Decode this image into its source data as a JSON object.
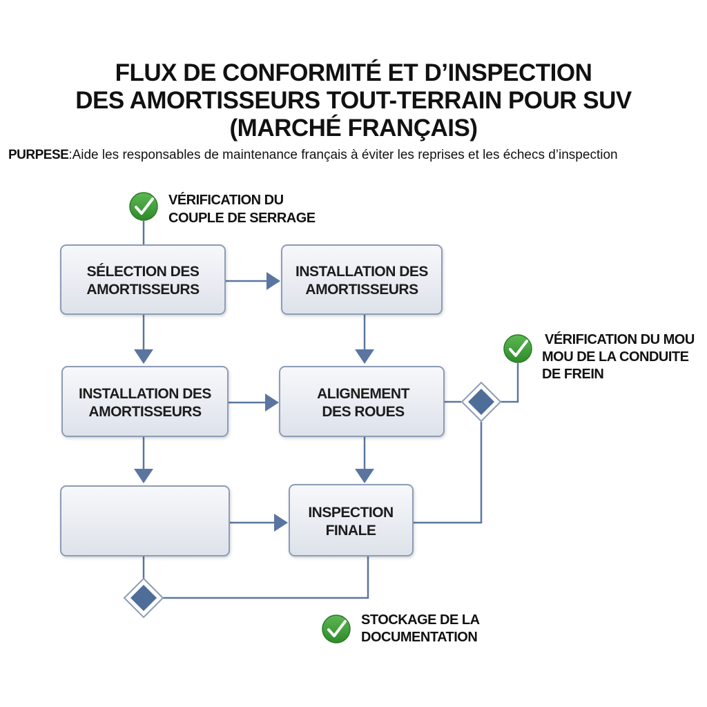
{
  "title": {
    "line1": "FLUX DE CONFORMITÉ ET D’INSPECTION",
    "line2": "DES AMORTISSEURS TOUT-TERRAIN POUR SUV",
    "line3": "(MARCHÉ FRANÇAIS)"
  },
  "purpose": {
    "label": "PURPESE",
    "text": ":Aide les responsables de maintenance français à éviter les reprises et les échecs d’inspection"
  },
  "nodes": {
    "selection": {
      "line1": "SÉLECTION DES",
      "line2": "AMORTISSEURS"
    },
    "installation_top": {
      "line1": "INSTALLATION DES",
      "line2": "AMORTISSEURS"
    },
    "installation_mid": {
      "line1": "INSTALLATION DES",
      "line2": "AMORTISSEURS"
    },
    "alignement": {
      "line1": "ALIGNEMENT",
      "line2": "DES ROUES"
    },
    "inspection": {
      "line1": "INSPECTION",
      "line2": "FINALE"
    }
  },
  "checkpoints": {
    "couple": {
      "line1": "VÉRIFICATION DU",
      "line2": "COUPLE DE SERRAGE",
      "icon": "check-icon"
    },
    "frein": {
      "line1": "VÉRIFICATION DU MOU",
      "line2": "MOU DE LA CONDUITE",
      "line3": "DE FREIN",
      "icon": "check-icon"
    },
    "stockage": {
      "line1": "STOCKAGE DE LA",
      "line2": "DOCUMENTATION",
      "icon": "check-icon"
    }
  },
  "colors": {
    "arrow": "#5a76a0",
    "box_border": "#8c9cb6",
    "diamond_fill": "#4f6d99",
    "check_green": "#3f9a3a"
  }
}
